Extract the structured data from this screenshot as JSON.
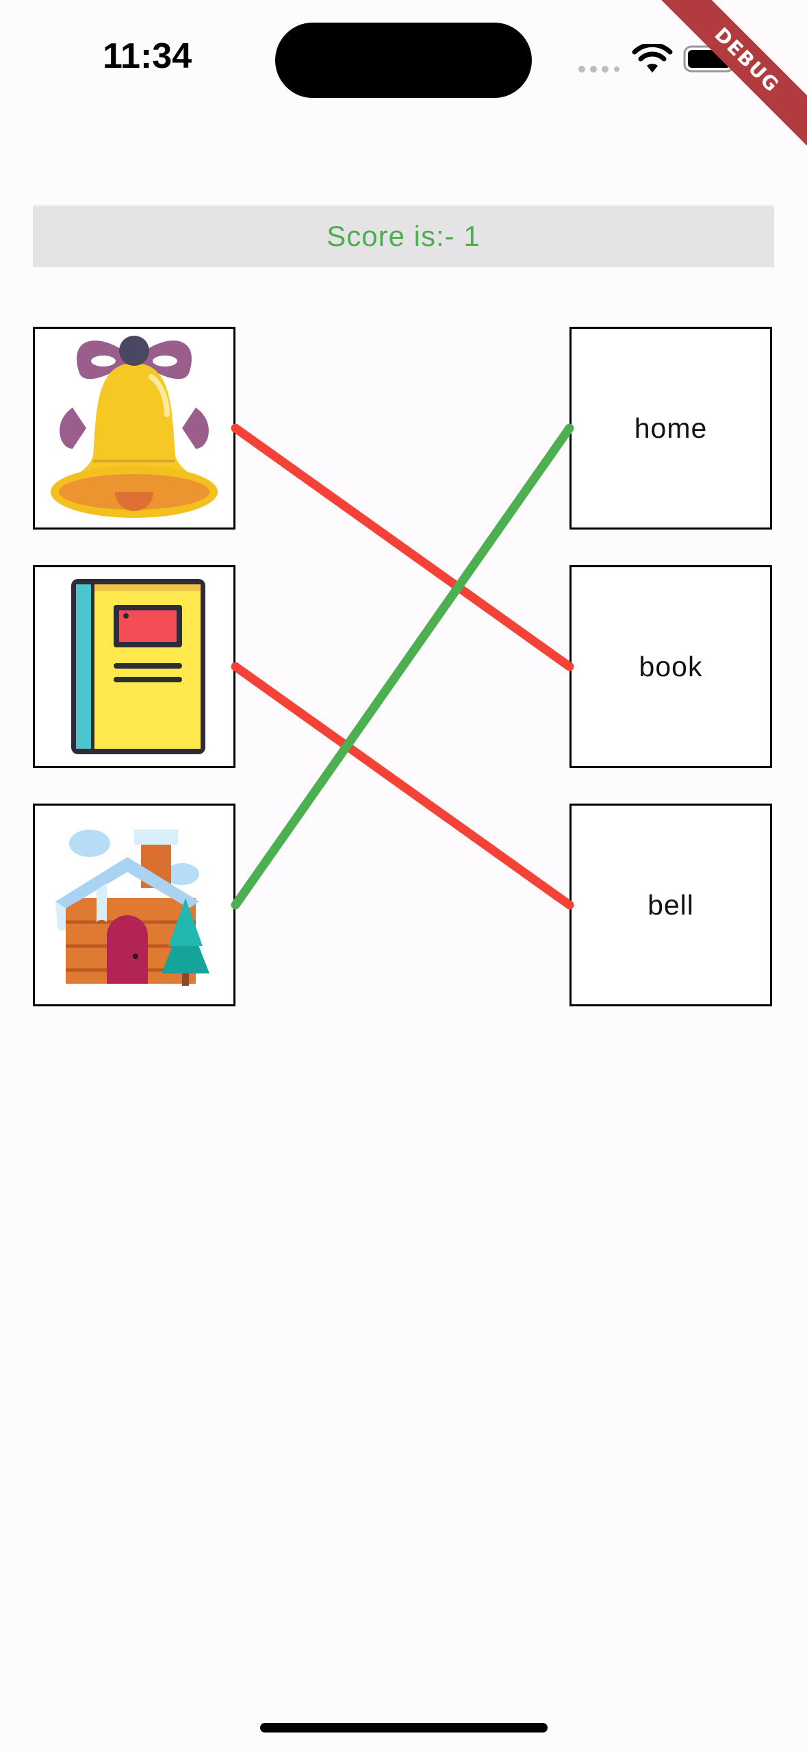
{
  "status_bar": {
    "time": "11:34",
    "icons": [
      "signal-icon",
      "wifi-icon",
      "battery-icon"
    ]
  },
  "debug_banner": "DEBUG",
  "score": {
    "text": "Score is:- 1",
    "color": "#4caf50"
  },
  "left_items": [
    {
      "icon": "bell-icon"
    },
    {
      "icon": "book-icon"
    },
    {
      "icon": "house-icon"
    }
  ],
  "right_items": [
    {
      "label": "home"
    },
    {
      "label": "book"
    },
    {
      "label": "bell"
    }
  ],
  "connections": [
    {
      "from": "bell-icon",
      "to": "book",
      "status": "wrong",
      "color": "#f44336"
    },
    {
      "from": "book-icon",
      "to": "bell",
      "status": "wrong",
      "color": "#f44336"
    },
    {
      "from": "house-icon",
      "to": "home",
      "status": "correct",
      "color": "#4caf50"
    }
  ]
}
